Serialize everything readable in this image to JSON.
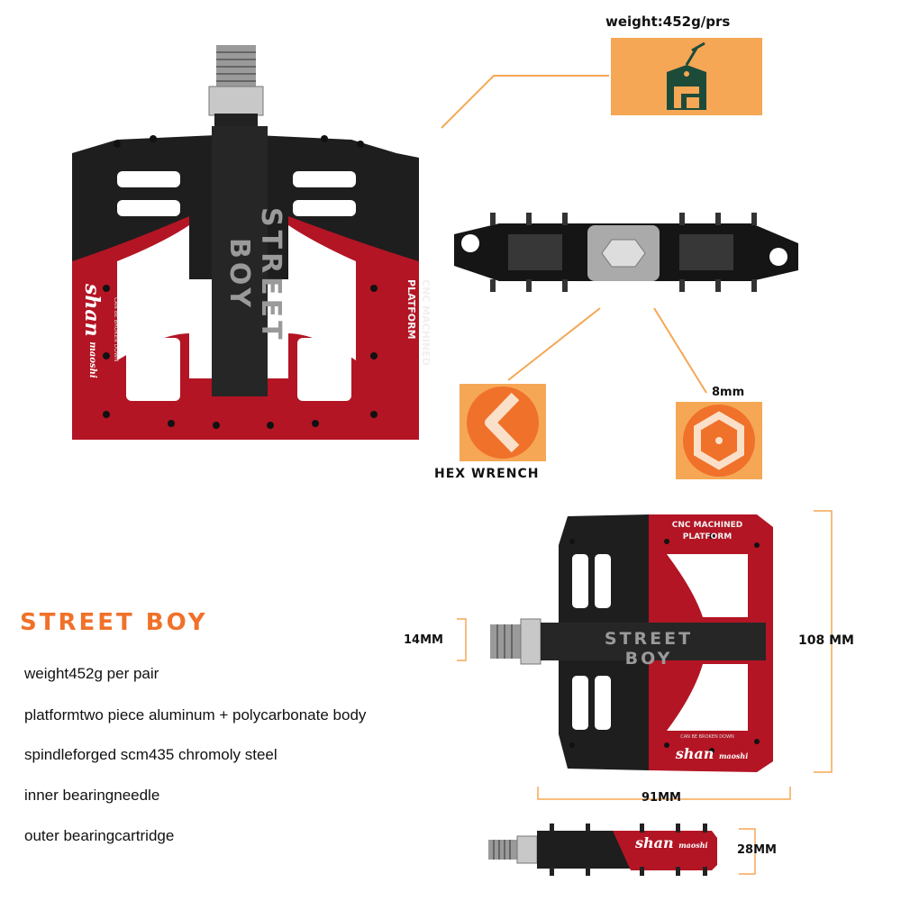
{
  "weight_label": "weight:452g/prs",
  "hex_wrench_label": "HEX WRENCH",
  "hex_size_label": "8mm",
  "product": {
    "name": "STREET BOY",
    "platform_text": [
      "CNC MACHINED",
      "PLATFORM"
    ],
    "side_text": "CAN BE BROKEN DOWN",
    "logo_text": [
      "shan",
      "maoshi"
    ]
  },
  "dimensions": {
    "axle": "14MM",
    "length": "108 MM",
    "width": "91MM",
    "thickness": "28MM"
  },
  "specs": [
    "weight452g per pair",
    "platformtwo piece aluminum + polycarbonate body",
    "spindleforged scm435 chromoly steel",
    "inner bearingneedle",
    "outer bearingcartridge"
  ],
  "colors": {
    "accent_orange": "#f0712a",
    "badge_orange": "#f5a755",
    "pedal_red": "#b31524",
    "pedal_black": "#1e1e1e",
    "leader_line": "#f5a755"
  }
}
